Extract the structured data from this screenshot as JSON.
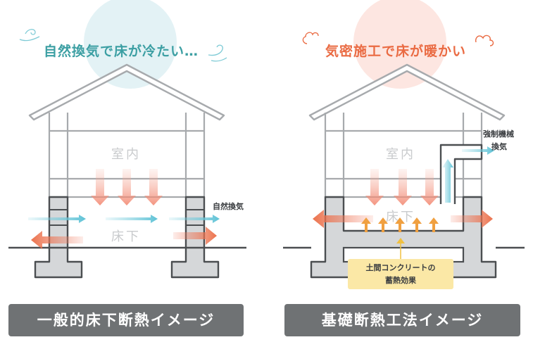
{
  "left": {
    "tagline": "自然換気で床が冷たい…",
    "room_upper": "室内",
    "room_lower": "床下",
    "vent_label": "自然換気",
    "caption": "一般的床下断熱イメージ"
  },
  "right": {
    "tagline": "気密施工で床が暖かい",
    "room_upper": "室内",
    "room_lower": "床下",
    "vent_label_line1": "強制機械",
    "vent_label_line2": "換気",
    "note_line1": "土間コンクリートの",
    "note_line2": "蓄熱効果",
    "caption": "基礎断熱工法イメージ"
  },
  "colors": {
    "cold_blue": "#3c9fa3",
    "warm_orange": "#ea6b43",
    "cold_circle": "#e3f2f5",
    "warm_circle": "#fde6e1",
    "heat_arrow": "#f0a040",
    "foundation": "#d5d7d9",
    "caption_bg": "#6f7274",
    "note_bg": "#fbe8a6"
  },
  "icons": [
    "wind-swirl-icon",
    "cloud-outline-icon",
    "down-arrow-icon",
    "right-arrow-icon",
    "left-arrow-icon",
    "up-heat-arrow-icon"
  ]
}
